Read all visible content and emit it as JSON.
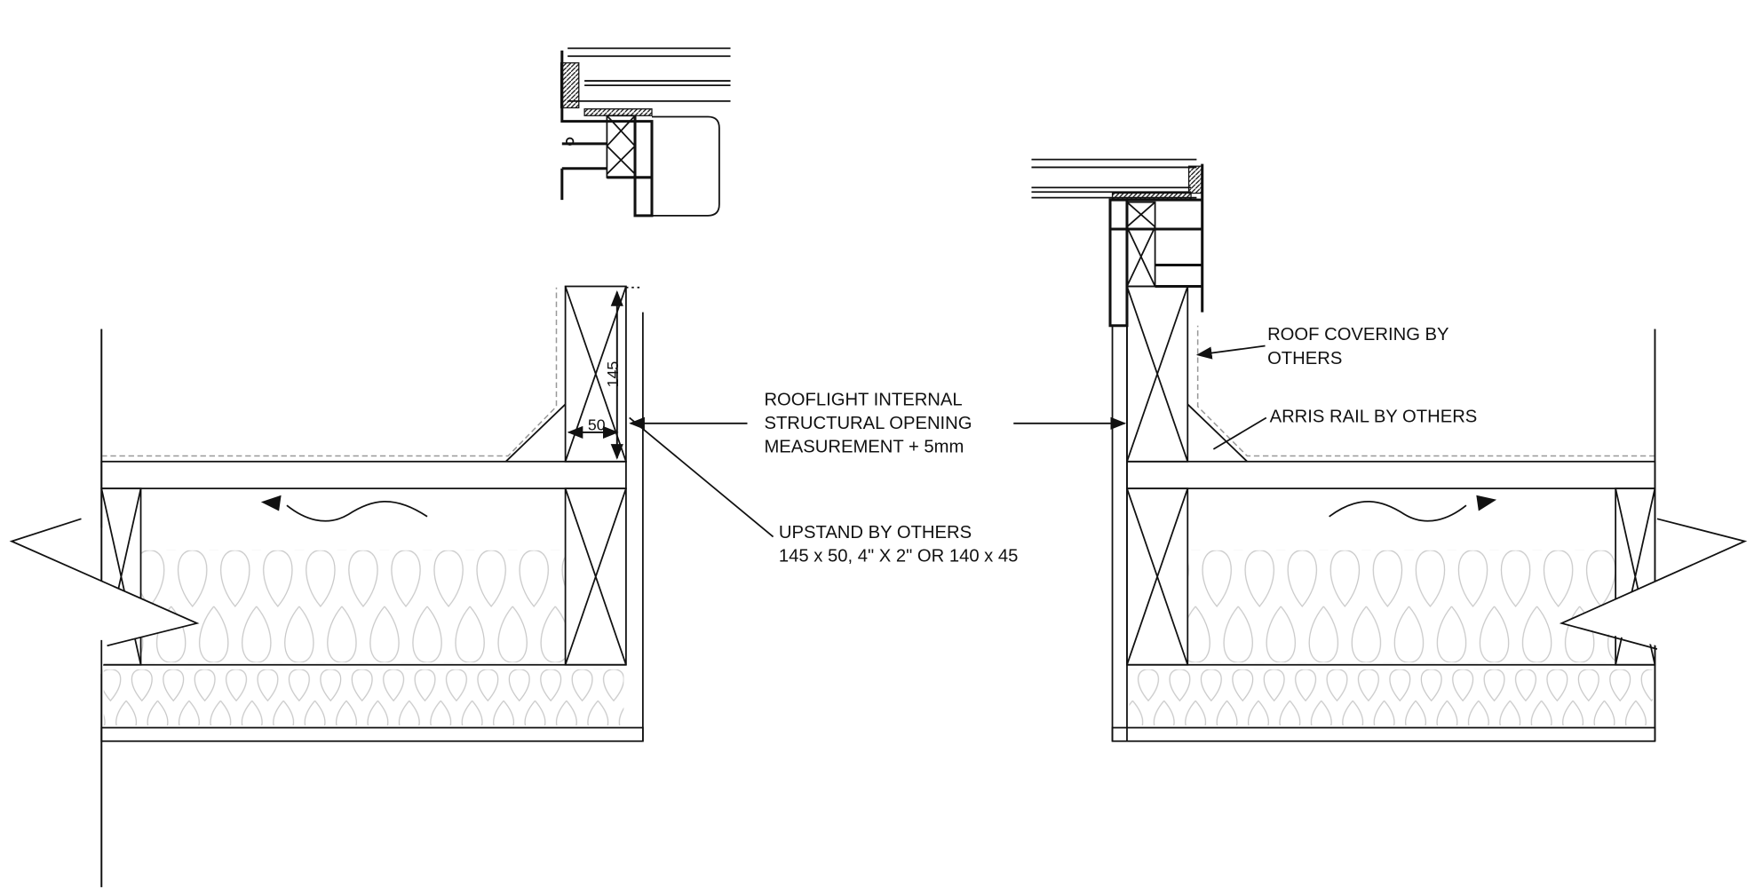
{
  "labels": {
    "opening": [
      "ROOFLIGHT INTERNAL",
      "STRUCTURAL OPENING",
      "MEASUREMENT + 5mm"
    ],
    "upstand": [
      "UPSTAND BY OTHERS",
      "145 x 50, 4\" X 2\" OR 140 x 45"
    ],
    "roof_covering": [
      "ROOF COVERING BY",
      "OTHERS"
    ],
    "arris_rail": "ARRIS RAIL BY OTHERS"
  },
  "dimensions": {
    "upstand_height": "145",
    "upstand_width": "50"
  },
  "colors": {
    "line": "#111111",
    "membrane": "#999999",
    "insulation": "#c8c8c8"
  }
}
